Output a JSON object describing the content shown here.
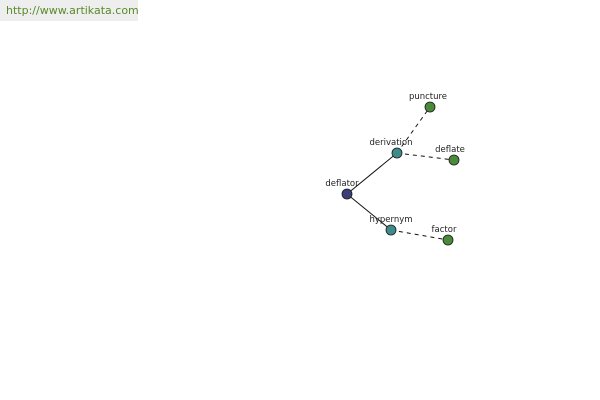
{
  "watermark": {
    "text": "http://www.artikata.com"
  },
  "graph": {
    "colors": {
      "center": "#3a3f7a",
      "relation": "#3f8a8a",
      "leaf": "#4a8a3a",
      "edge": "#111111"
    },
    "nodes": [
      {
        "id": "deflator",
        "label": "deflator",
        "kind": "center"
      },
      {
        "id": "derivation",
        "label": "derivation",
        "kind": "relation"
      },
      {
        "id": "hypernym",
        "label": "hypernym",
        "kind": "relation"
      },
      {
        "id": "puncture",
        "label": "puncture",
        "kind": "leaf"
      },
      {
        "id": "deflate",
        "label": "deflate",
        "kind": "leaf"
      },
      {
        "id": "factor",
        "label": "factor",
        "kind": "leaf"
      }
    ],
    "edges": [
      {
        "from": "deflator",
        "to": "derivation",
        "style": "solid"
      },
      {
        "from": "deflator",
        "to": "hypernym",
        "style": "solid"
      },
      {
        "from": "derivation",
        "to": "puncture",
        "style": "dashed"
      },
      {
        "from": "derivation",
        "to": "deflate",
        "style": "dashed"
      },
      {
        "from": "hypernym",
        "to": "factor",
        "style": "dashed"
      }
    ]
  }
}
